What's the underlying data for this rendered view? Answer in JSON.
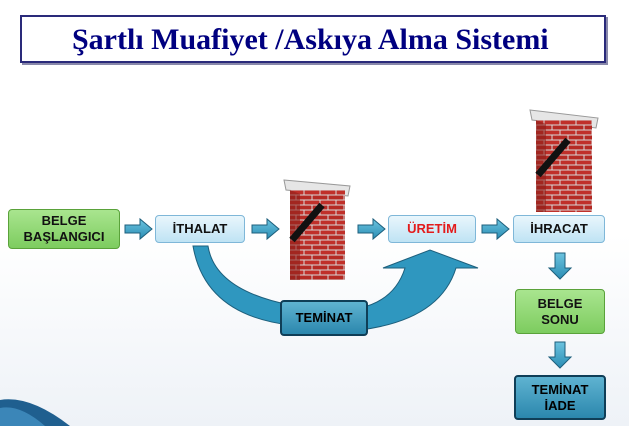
{
  "title": "Şartlı Muafiyet /Askıya Alma Sistemi",
  "nodes": {
    "belge_baslangici": "BELGE BAŞLANGICI",
    "ithalat": "İTHALAT",
    "uretim": "ÜRETİM",
    "ihracat": "İHRACAT",
    "teminat": "TEMİNAT",
    "belge_sonu": "BELGE SONU",
    "teminat_iade": "TEMİNAT İADE"
  },
  "colors": {
    "title": "#000080",
    "green_box": "#8fd671",
    "light_box": "#cdeaf7",
    "teal_box": "#3a9ec4",
    "arrow": "#3aa6c9",
    "uretim_text": "#e31b1b",
    "brick": "#c0302a"
  },
  "icons": [
    "brick-wall-icon",
    "brick-wall-icon"
  ]
}
